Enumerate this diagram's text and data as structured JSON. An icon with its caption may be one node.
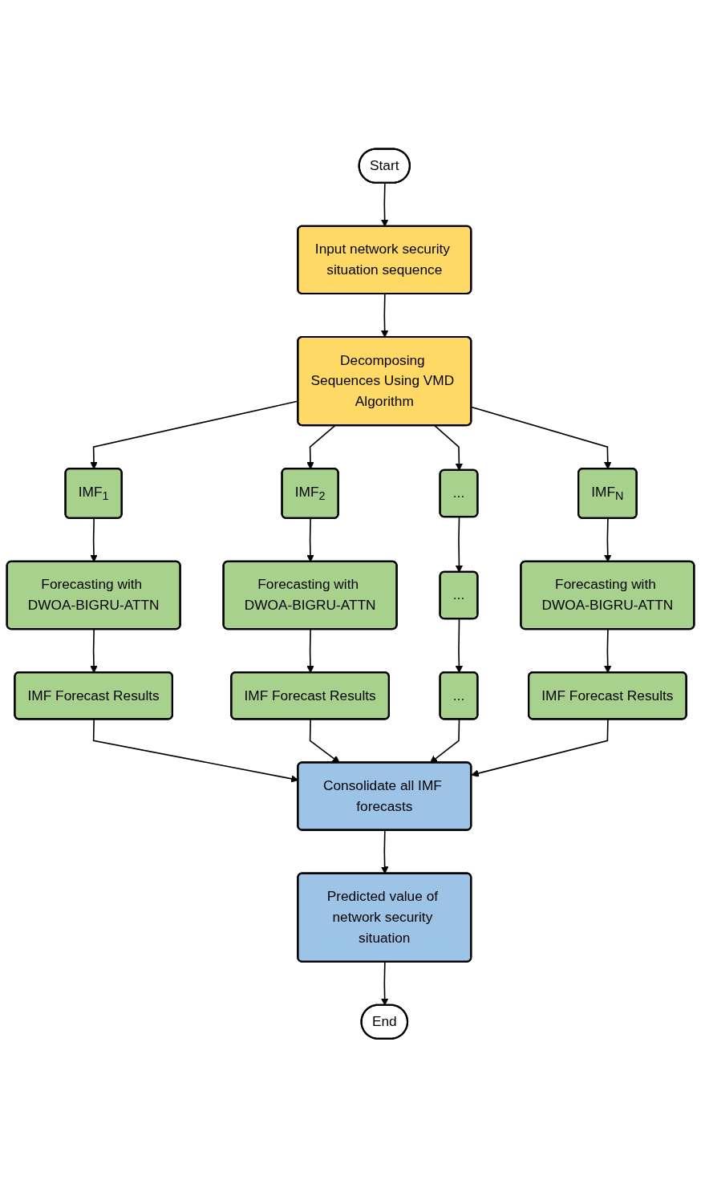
{
  "diagram": {
    "nodes": [
      {
        "text": [
          "Start"
        ]
      },
      {
        "text": [
          "Input network security situation sequence"
        ]
      },
      {
        "text": [
          "Decomposing Sequences Using VMD Algorithm"
        ]
      },
      {
        "text": [
          "IMF$_{1}$"
        ]
      },
      {
        "text": [
          "IMF$_{2}$"
        ]
      },
      {
        "text": [
          "..."
        ]
      },
      {
        "text": [
          "IMF$_{N}$"
        ]
      },
      {
        "text": [
          "Forecasting with DWOA-BIGRU-ATTN"
        ]
      },
      {
        "text": [
          "Forecasting with DWOA-BIGRU-ATTN"
        ]
      },
      {
        "text": [
          "..."
        ]
      },
      {
        "text": [
          "Forecasting with DWOA-BIGRU-ATTN"
        ]
      },
      {
        "text": [
          "IMF Forecast Results"
        ]
      },
      {
        "text": [
          "IMF Forecast Results"
        ]
      },
      {
        "text": [
          "..."
        ]
      },
      {
        "text": [
          "IMF Forecast Results"
        ]
      },
      {
        "text": [
          "Consolidate all IMF forecasts"
        ]
      },
      {
        "text": [
          "Predicted value of network security situation"
        ]
      },
      {
        "text": [
          "End"
        ]
      }
    ],
    "edges": [
      {
        "from": 0,
        "to": 1,
        "arrow": "to"
      },
      {
        "from": 1,
        "to": 2,
        "arrow": "to"
      },
      {
        "from": 2,
        "to": 3,
        "arrow": "to"
      },
      {
        "from": 2,
        "to": 4,
        "arrow": "to"
      },
      {
        "from": 2,
        "to": 5,
        "arrow": "to"
      },
      {
        "from": 2,
        "to": 6,
        "arrow": "to"
      },
      {
        "from": 3,
        "to": 7,
        "arrow": "to"
      },
      {
        "from": 4,
        "to": 8,
        "arrow": "to"
      },
      {
        "from": 5,
        "to": 9,
        "arrow": "to"
      },
      {
        "from": 6,
        "to": 10,
        "arrow": "to"
      },
      {
        "from": 7,
        "to": 11,
        "arrow": "to"
      },
      {
        "from": 8,
        "to": 12,
        "arrow": "to"
      },
      {
        "from": 9,
        "to": 13,
        "arrow": "to"
      },
      {
        "from": 10,
        "to": 14,
        "arrow": "to"
      },
      {
        "from": 11,
        "to": 15,
        "arrow": "to"
      },
      {
        "from": 12,
        "to": 15,
        "arrow": "to"
      },
      {
        "from": 13,
        "to": 15,
        "arrow": "to"
      },
      {
        "from": 14,
        "to": 15,
        "arrow": "to"
      },
      {
        "from": 15,
        "to": 16,
        "arrow": "to"
      },
      {
        "from": 16,
        "to": 17,
        "arrow": "to"
      }
    ]
  }
}
